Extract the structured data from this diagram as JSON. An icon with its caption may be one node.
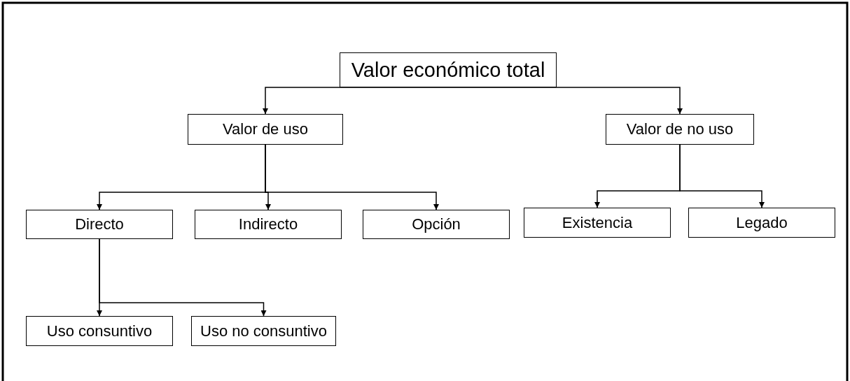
{
  "diagram": {
    "nodes": [
      {
        "text": [
          "Valor económico total"
        ]
      },
      {
        "text": [
          "Valor de uso"
        ]
      },
      {
        "text": [
          "Valor de no uso"
        ]
      },
      {
        "text": [
          "Directo"
        ]
      },
      {
        "text": [
          "Indirecto"
        ]
      },
      {
        "text": [
          "Opción"
        ]
      },
      {
        "text": [
          "Existencia"
        ]
      },
      {
        "text": [
          "Legado"
        ]
      },
      {
        "text": [
          "Uso consuntivo"
        ]
      },
      {
        "text": [
          "Uso no consuntivo"
        ]
      }
    ],
    "edges": [
      {
        "from": 0,
        "to": 1,
        "arrow": "to"
      },
      {
        "from": 0,
        "to": 2,
        "arrow": "to"
      },
      {
        "from": 1,
        "to": 3,
        "arrow": "to"
      },
      {
        "from": 1,
        "to": 4,
        "arrow": "to"
      },
      {
        "from": 1,
        "to": 5,
        "arrow": "to"
      },
      {
        "from": 2,
        "to": 6,
        "arrow": "to"
      },
      {
        "from": 2,
        "to": 7,
        "arrow": "to"
      },
      {
        "from": 3,
        "to": 8,
        "arrow": "to"
      },
      {
        "from": 3,
        "to": 9,
        "arrow": "to"
      }
    ]
  }
}
